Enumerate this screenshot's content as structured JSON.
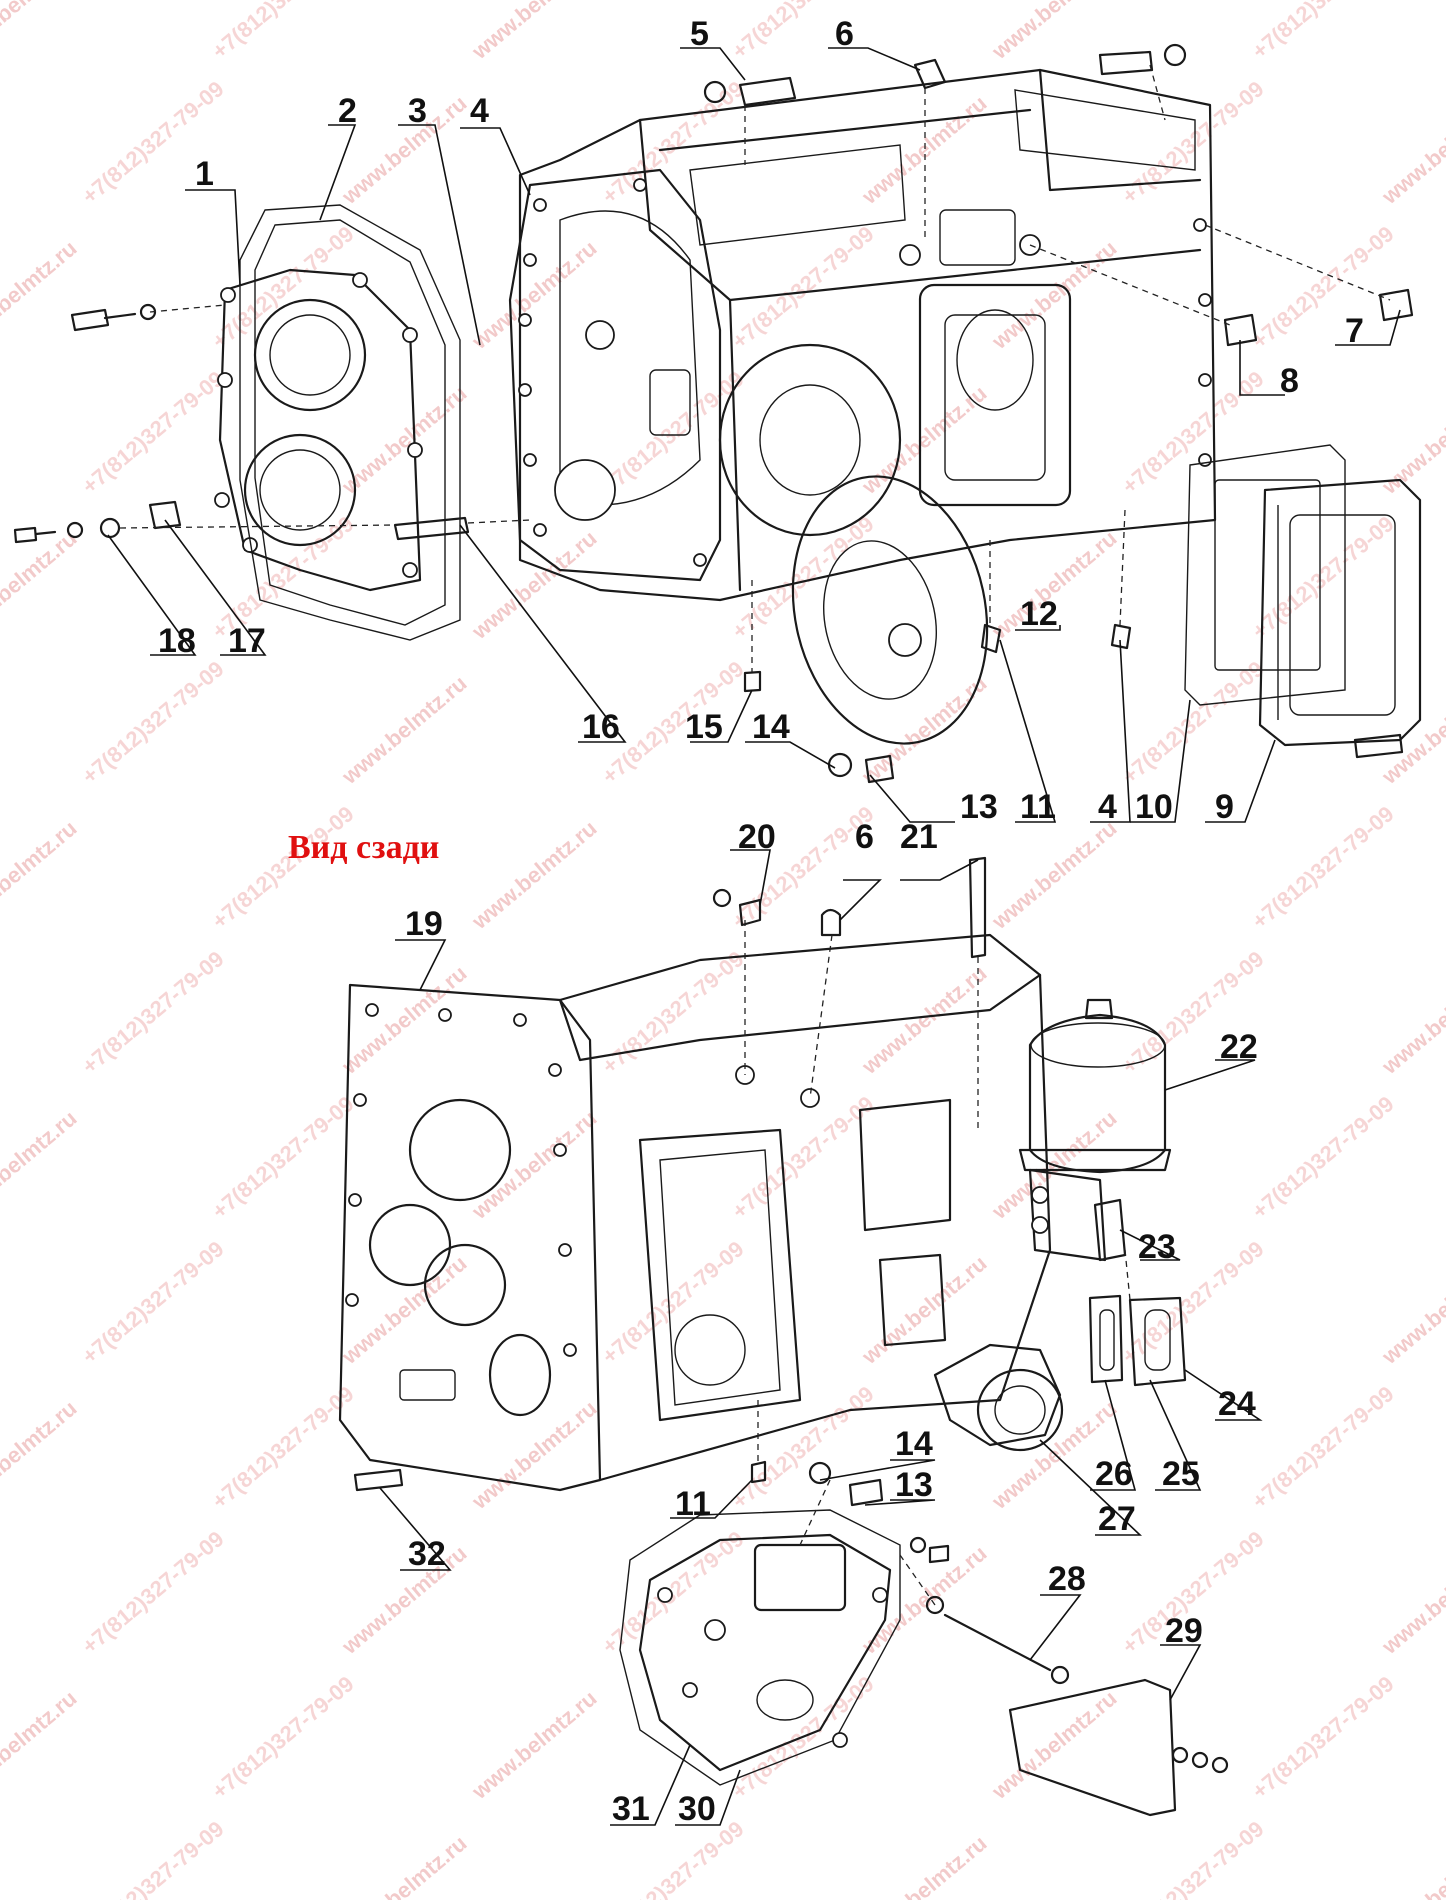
{
  "view_title": "Вид сзади",
  "watermarks": [
    {
      "text": "www.belmtz.ru",
      "color": "#e9a0a0"
    },
    {
      "text": "+7(812)327-79-09",
      "color": "#f0b4b4"
    }
  ],
  "callouts": [
    {
      "label": "1"
    },
    {
      "label": "2"
    },
    {
      "label": "3"
    },
    {
      "label": "4"
    },
    {
      "label": "5"
    },
    {
      "label": "6"
    },
    {
      "label": "7"
    },
    {
      "label": "8"
    },
    {
      "label": "9"
    },
    {
      "label": "10"
    },
    {
      "label": "11"
    },
    {
      "label": "12"
    },
    {
      "label": "13"
    },
    {
      "label": "14"
    },
    {
      "label": "4"
    },
    {
      "label": "15"
    },
    {
      "label": "16"
    },
    {
      "label": "17"
    },
    {
      "label": "18"
    },
    {
      "label": "19"
    },
    {
      "label": "20"
    },
    {
      "label": "6"
    },
    {
      "label": "21"
    },
    {
      "label": "22"
    },
    {
      "label": "23"
    },
    {
      "label": "24"
    },
    {
      "label": "25"
    },
    {
      "label": "26"
    },
    {
      "label": "27"
    },
    {
      "label": "11"
    },
    {
      "label": "14"
    },
    {
      "label": "13"
    },
    {
      "label": "32"
    },
    {
      "label": "28"
    },
    {
      "label": "29"
    },
    {
      "label": "31"
    },
    {
      "label": "30"
    }
  ],
  "colors": {
    "line": "#1a1a1a",
    "title": "#e01010",
    "background": "#ffffff"
  }
}
